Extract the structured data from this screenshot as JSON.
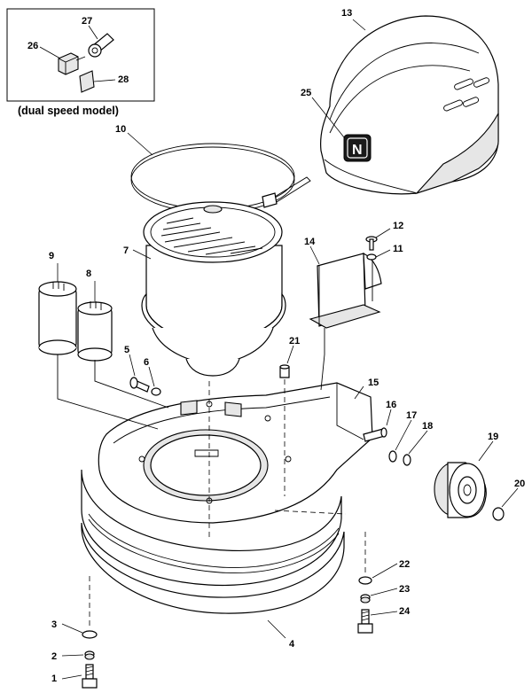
{
  "inset": {
    "caption": "(dual speed model)"
  },
  "callouts": {
    "c1": "1",
    "c2": "2",
    "c3": "3",
    "c4": "4",
    "c5": "5",
    "c6": "6",
    "c7": "7",
    "c8": "8",
    "c9": "9",
    "c10": "10",
    "c11": "11",
    "c12": "12",
    "c13": "13",
    "c14": "14",
    "c15": "15",
    "c16": "16",
    "c17": "17",
    "c18": "18",
    "c19": "19",
    "c20": "20",
    "c21": "21",
    "c22": "22",
    "c23": "23",
    "c24": "24",
    "c25": "25",
    "c26": "26",
    "c27": "27",
    "c28": "28"
  },
  "colors": {
    "line": "#000000",
    "paper": "#ffffff",
    "shade": "#e6e6e6",
    "logo_fill": "#1a1a1a"
  },
  "logo": {
    "glyph": "N"
  }
}
